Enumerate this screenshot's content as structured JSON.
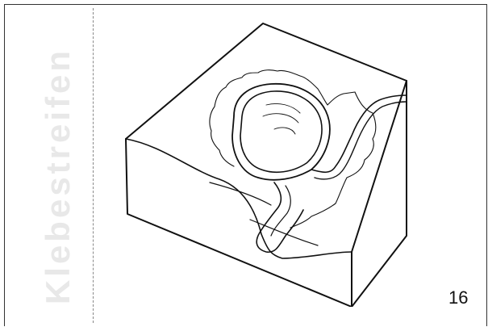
{
  "strip": {
    "label": "Klebestreifen"
  },
  "page": {
    "number": "16"
  },
  "illustration": {
    "icon": "kettle-lake-block-diagram"
  }
}
